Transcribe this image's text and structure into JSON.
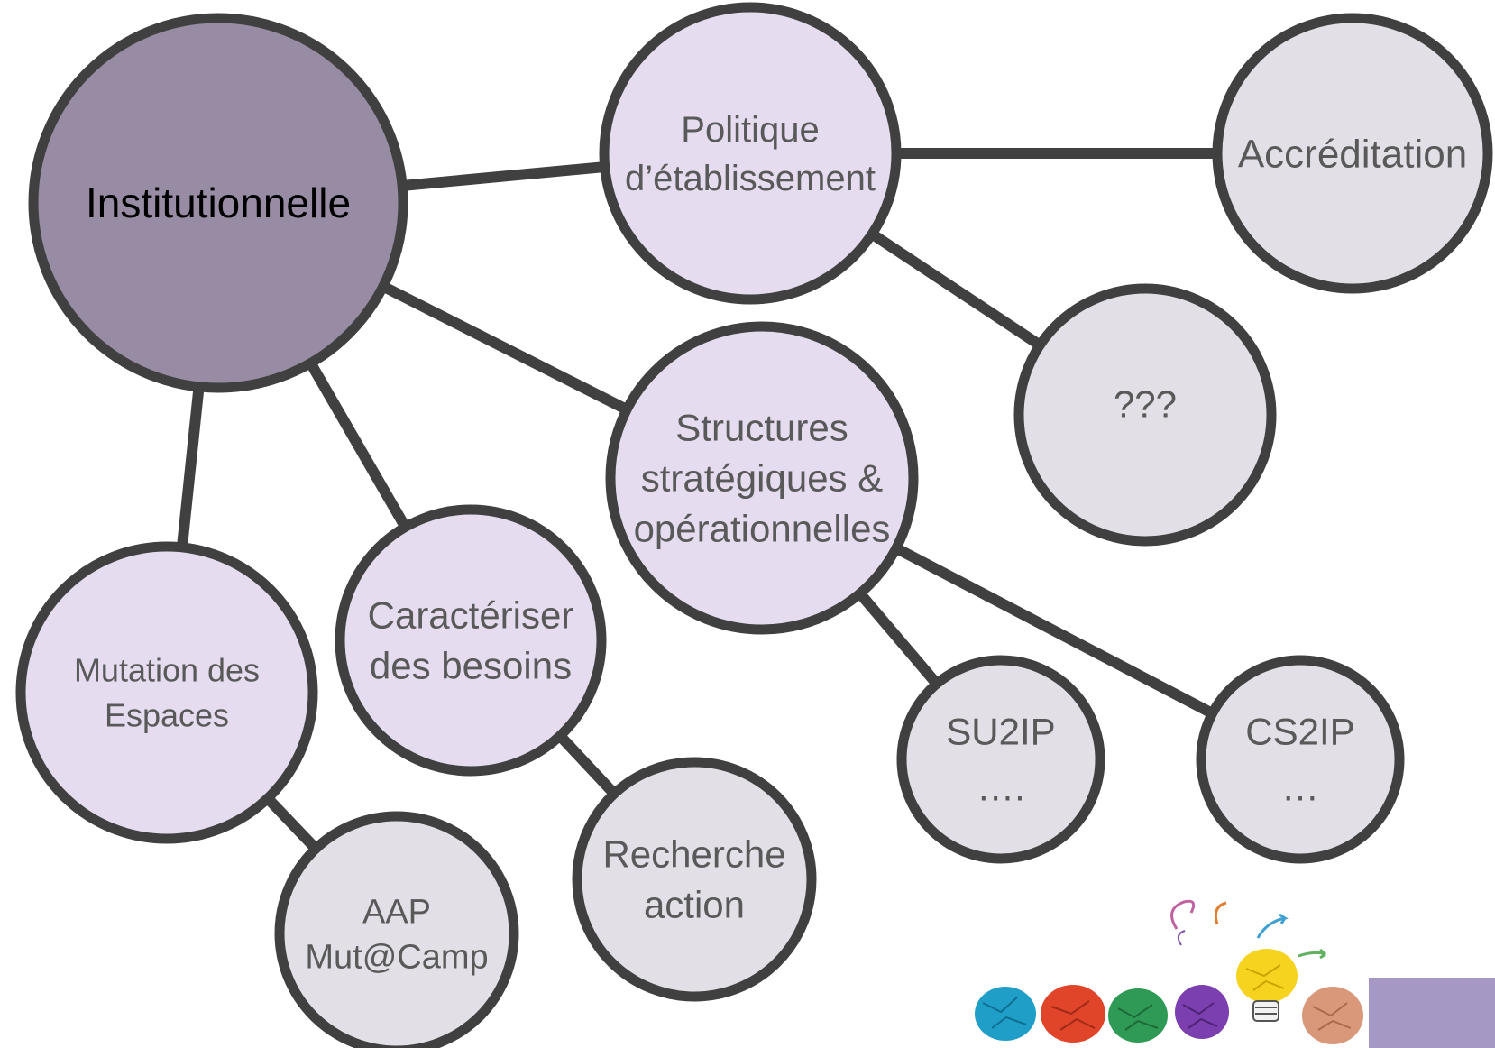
{
  "diagram": {
    "colors": {
      "line": "#404040",
      "root_fill": "#978ca3",
      "light_purple_fill": "#e5dcef",
      "light_grey_fill": "#e2e0e6",
      "text": "#595959",
      "root_text": "#000000",
      "accent": "#a698c4"
    },
    "nodes": {
      "institutionnelle": {
        "lines": [
          "Institutionnelle"
        ]
      },
      "politique": {
        "lines": [
          "Politique",
          "d’établissement"
        ]
      },
      "accreditation": {
        "lines": [
          "Accréditation"
        ]
      },
      "unknown": {
        "lines": [
          "???"
        ]
      },
      "structures": {
        "lines": [
          "Structures",
          "stratégiques &",
          "opérationnelles"
        ]
      },
      "mutation": {
        "lines": [
          "Mutation des",
          "Espaces"
        ]
      },
      "caracteriser": {
        "lines": [
          "Caractériser",
          "des besoins"
        ]
      },
      "su2ip": {
        "lines": [
          "SU2IP",
          "…."
        ]
      },
      "cs2ip": {
        "lines": [
          "CS2IP",
          "…"
        ]
      },
      "aap": {
        "lines": [
          "AAP",
          "Mut@Camp"
        ]
      },
      "recherche": {
        "lines": [
          "Recherche",
          "action"
        ]
      }
    },
    "illustration": {
      "name": "crumpled-paper-balls-lightbulb"
    }
  }
}
